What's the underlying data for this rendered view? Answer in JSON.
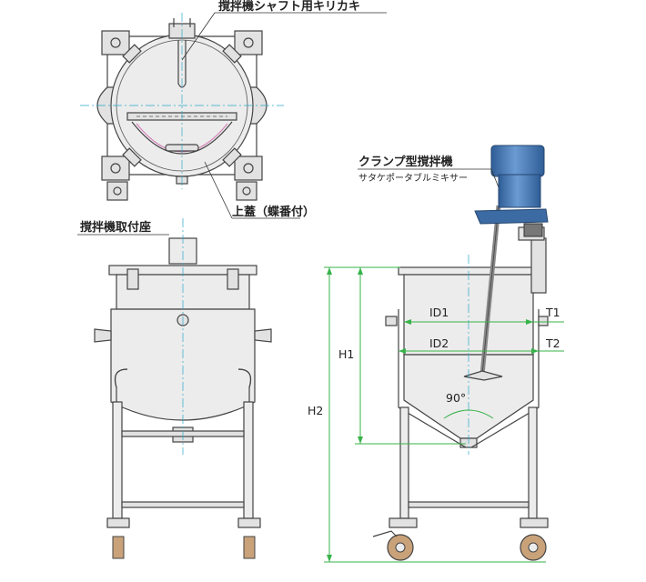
{
  "labels": {
    "shaft_bracket": "撹拌機シャフト用キリカキ",
    "lid": "上蓋（蝶番付）",
    "mount_seat": "撹拌機取付座",
    "clamp_mixer": "クランプ型撹拌機",
    "mixer_series": "サタケポータブルミキサー"
  },
  "dimensions": {
    "id1": "ID1",
    "id2": "ID2",
    "t1": "T1",
    "t2": "T2",
    "h1": "H1",
    "h2": "H2",
    "cone_angle": "90°"
  },
  "colors": {
    "motor": "#4f7fb8",
    "dimension_line": "#37b34a",
    "center_line": "#2aa9c9",
    "steel": "#ececec",
    "caster_wheel": "#c9a27a"
  }
}
